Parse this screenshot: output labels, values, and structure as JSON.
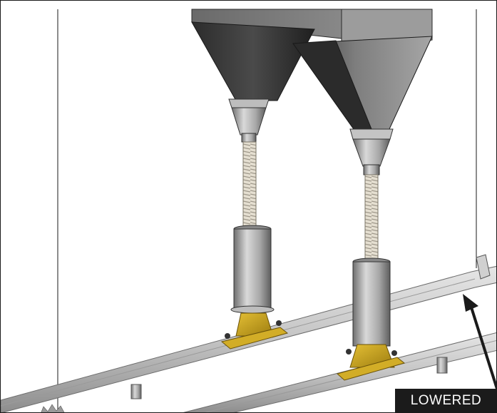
{
  "callout": {
    "label": "LOWERED",
    "label_bg": "#1b1b1b",
    "label_color": "#ffffff"
  },
  "illustration": {
    "components": [
      "hopper-left",
      "hopper-right",
      "flex-hose-left",
      "flex-hose-right",
      "down-tube-left",
      "down-tube-right",
      "mount-bracket-left",
      "mount-bracket-right",
      "rail-front",
      "rail-back",
      "callout-arrow"
    ],
    "colors": {
      "steel_dark": "#3c3c3c",
      "steel_mid": "#8a8a8a",
      "steel_light": "#c9c9c9",
      "bracket_yellow": "#c9a21c",
      "hose": "#d8d2c4"
    }
  }
}
